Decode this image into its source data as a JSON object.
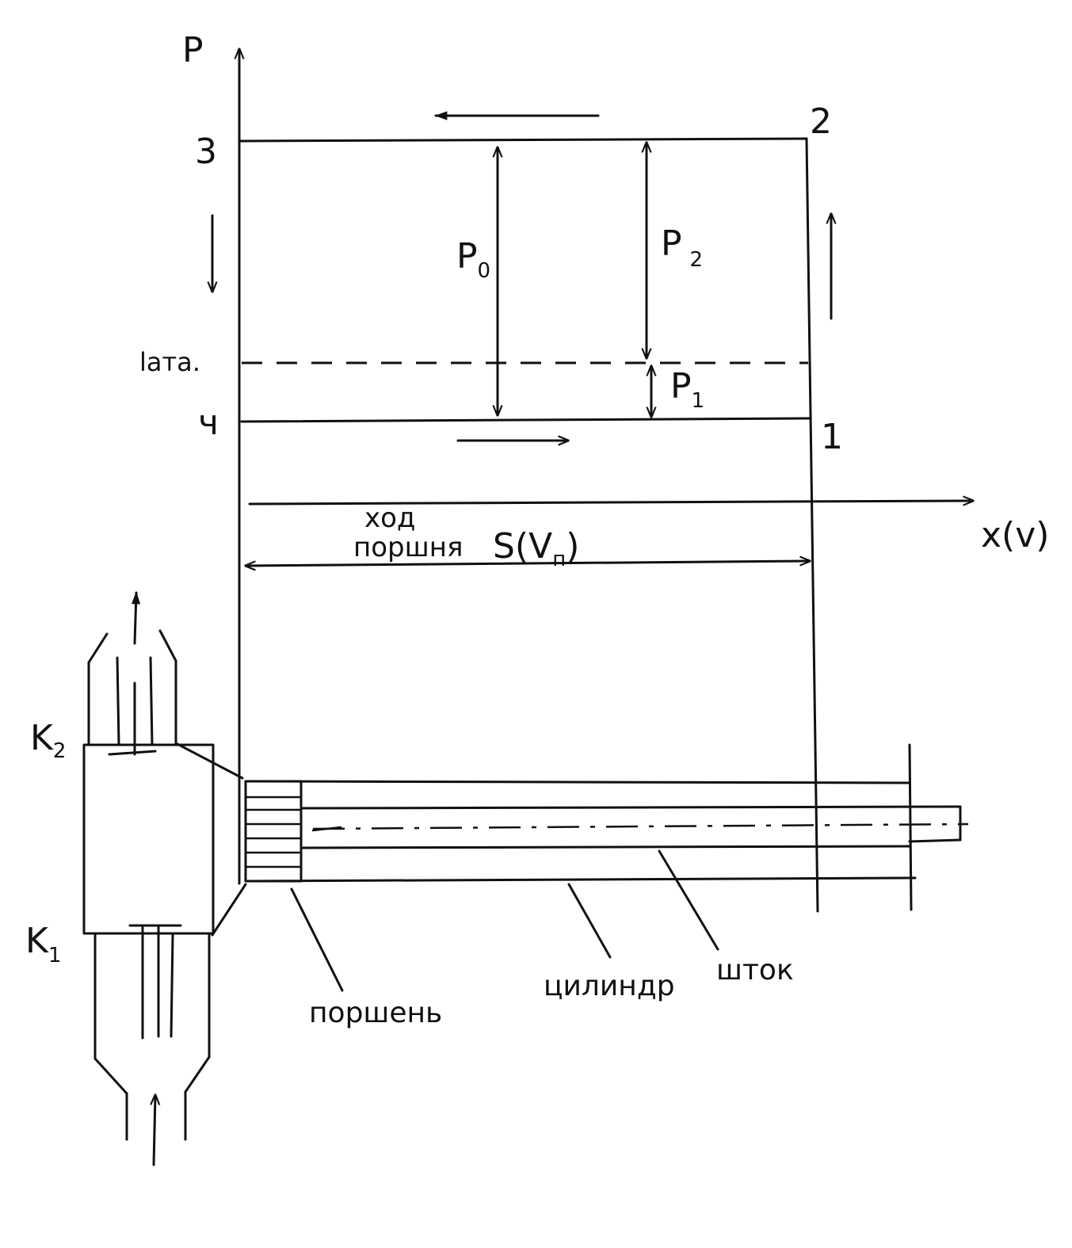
{
  "diagram": {
    "axes": {
      "y_label": "P",
      "x_label": "x(v)"
    },
    "points": {
      "p1": "1",
      "p2": "2",
      "p3": "3",
      "p4": "ч"
    },
    "levels": {
      "atm": "lата."
    },
    "pressures": {
      "p0_main": "P",
      "p0_sub": "0",
      "p2_main": "P",
      "p2_sub": "2",
      "p1_main": "P",
      "p1_sub": "1"
    },
    "stroke": {
      "line1": "ход",
      "line2": "поршня",
      "symbol": "S(V",
      "symbol_sub": "п",
      "symbol_close": ")"
    },
    "valves": {
      "k2_main": "K",
      "k2_sub": "2",
      "k1_main": "K",
      "k1_sub": "1"
    },
    "parts": {
      "piston": "поршень",
      "cylinder": "цилиндр",
      "rod": "шток"
    }
  }
}
